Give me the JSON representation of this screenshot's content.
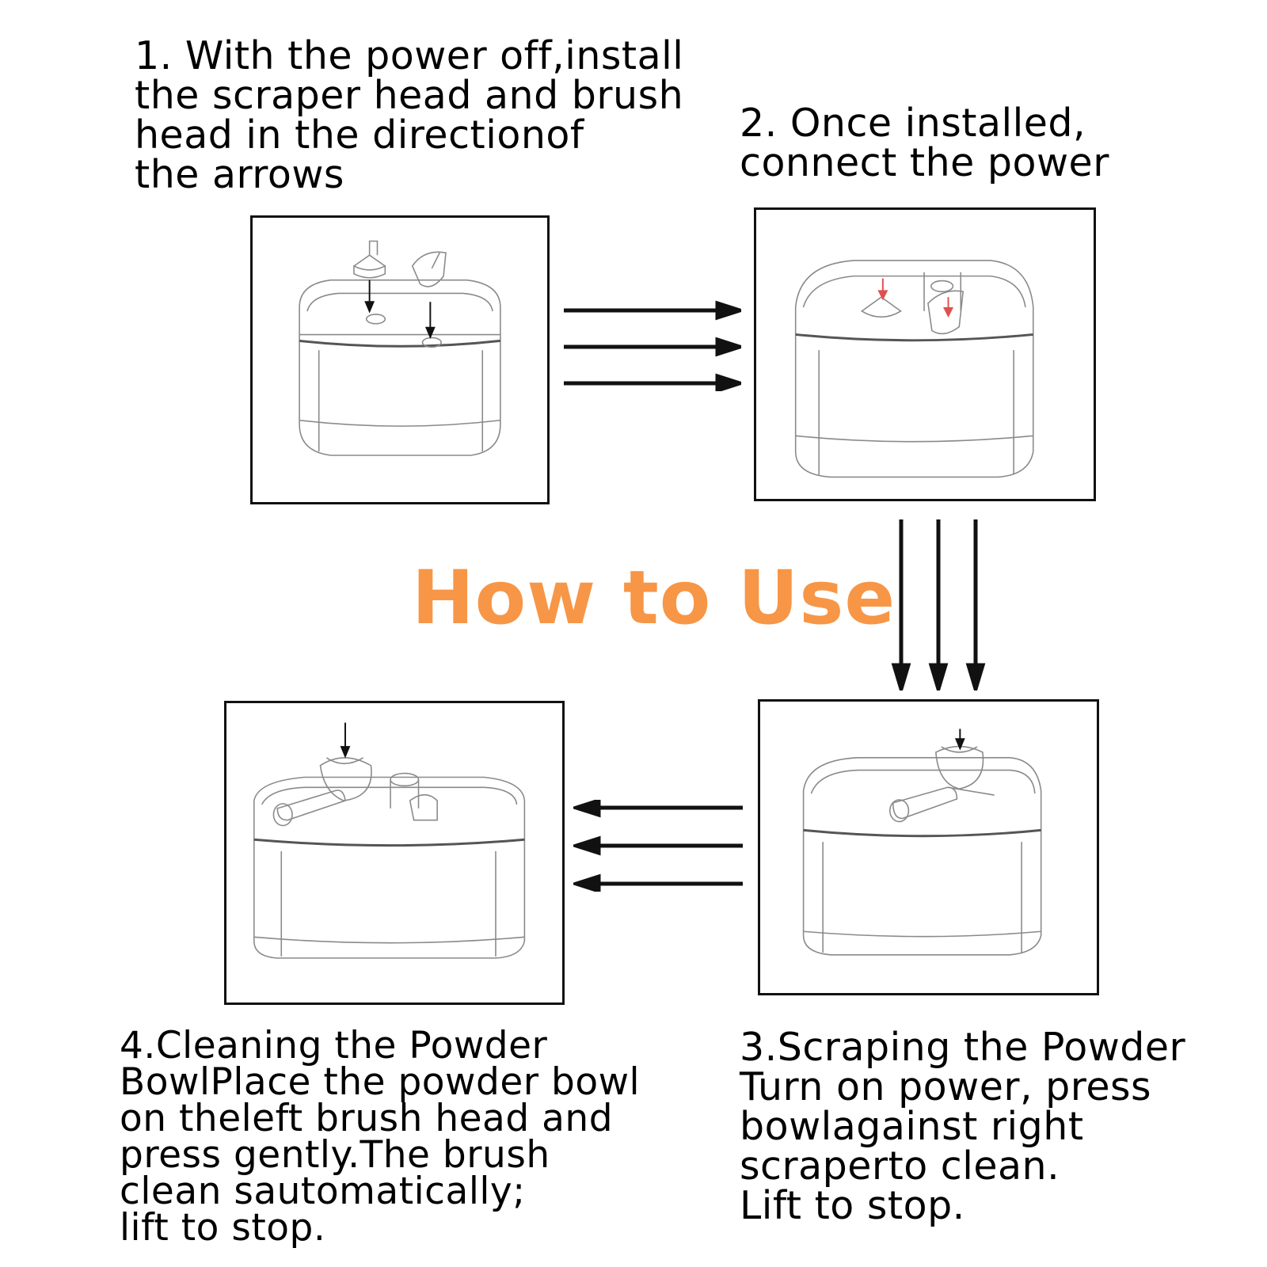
{
  "title": {
    "text": "How to Use",
    "color": "#F79646"
  },
  "steps": {
    "step1": {
      "text": "1. With the power off,install\nthe scraper head and brush\nhead in the directionof\nthe arrows"
    },
    "step2": {
      "text": "2. Once installed,\nconnect the power"
    },
    "step3": {
      "text": "3.Scraping the Powder\nTurn on power, press\nbowlagainst right\nscraperto clean.\nLift to stop."
    },
    "step4": {
      "text": "4.Cleaning the Powder\nBowlPlace the powder bowl\non theleft brush head and\npress gently.The brush\nclean sautomatically;\nlift to stop."
    }
  },
  "colors": {
    "line": "#111111",
    "sketch": "#8a8a8a",
    "accent_arrow": "#e05050"
  }
}
